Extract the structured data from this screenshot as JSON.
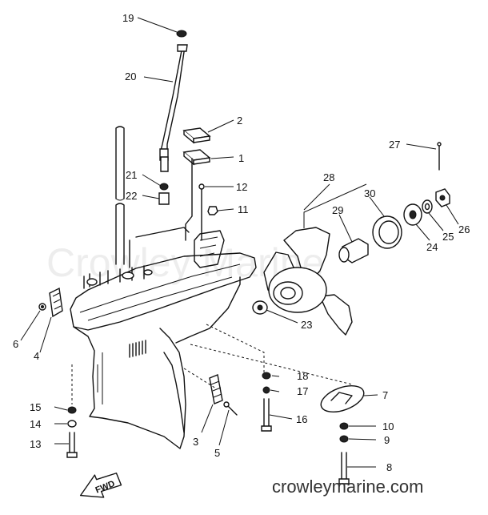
{
  "diagram": {
    "watermark": "Crowley Marine",
    "site_url": "crowleymarine.com",
    "direction_label": "FWD",
    "callouts": [
      {
        "id": "c1",
        "label": "1"
      },
      {
        "id": "c2",
        "label": "2"
      },
      {
        "id": "c3",
        "label": "3"
      },
      {
        "id": "c4",
        "label": "4"
      },
      {
        "id": "c5",
        "label": "5"
      },
      {
        "id": "c6",
        "label": "6"
      },
      {
        "id": "c7",
        "label": "7"
      },
      {
        "id": "c8",
        "label": "8"
      },
      {
        "id": "c9",
        "label": "9"
      },
      {
        "id": "c10",
        "label": "10"
      },
      {
        "id": "c11",
        "label": "11"
      },
      {
        "id": "c12",
        "label": "12"
      },
      {
        "id": "c13",
        "label": "13"
      },
      {
        "id": "c14",
        "label": "14"
      },
      {
        "id": "c15",
        "label": "15"
      },
      {
        "id": "c16",
        "label": "16"
      },
      {
        "id": "c17",
        "label": "17"
      },
      {
        "id": "c18",
        "label": "18"
      },
      {
        "id": "c19",
        "label": "19"
      },
      {
        "id": "c20",
        "label": "20"
      },
      {
        "id": "c21",
        "label": "21"
      },
      {
        "id": "c22",
        "label": "22"
      },
      {
        "id": "c23",
        "label": "23"
      },
      {
        "id": "c24",
        "label": "24"
      },
      {
        "id": "c25",
        "label": "25"
      },
      {
        "id": "c26",
        "label": "26"
      },
      {
        "id": "c27",
        "label": "27"
      },
      {
        "id": "c28",
        "label": "28"
      },
      {
        "id": "c29",
        "label": "29"
      },
      {
        "id": "c30",
        "label": "30"
      }
    ]
  }
}
